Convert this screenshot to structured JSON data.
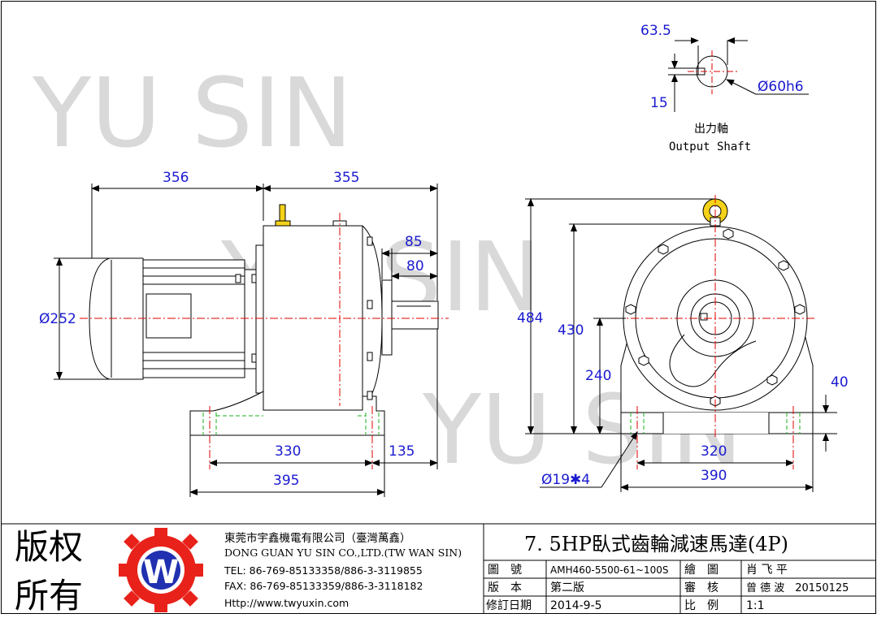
{
  "watermark": "YU SIN",
  "drawing": {
    "shaft_view": {
      "dims": {
        "key_width": "63.5",
        "key_depth": "15",
        "diameter": "Ø60h6"
      },
      "label_cn": "出力軸",
      "label_en": "Output Shaft"
    },
    "side_view": {
      "dims": {
        "motor_length": "356",
        "gearbox_length": "355",
        "motor_diameter": "Ø252",
        "shaft_length_85": "85",
        "shaft_length_80": "80",
        "base_hole_spacing": "330",
        "base_to_shaft": "135",
        "base_length": "395"
      }
    },
    "front_view": {
      "dims": {
        "total_height": "484",
        "lift_height": "430",
        "shaft_height": "240",
        "base_thickness": "40",
        "hole_spacing": "320",
        "base_width": "390",
        "holes": "Ø19✱4"
      }
    }
  },
  "title_block": {
    "copyright_line1": "版权",
    "copyright_line2": "所有",
    "logo_letter": "W",
    "company_cn": "東莞市宇鑫機電有限公司（臺灣萬鑫）",
    "company_en": "DONG GUAN YU SIN CO.,LTD.(TW WAN SIN)",
    "tel": "TEL: 86-769-85133358/886-3-3119855",
    "fax": "FAX: 86-769-85133359/886-3-3118182",
    "web": "Http://www.twyuxin.com",
    "product_title": "7. 5HP臥式齒輪減速馬達(4P)",
    "rows": [
      {
        "label": "圖　號",
        "value": "AMH460-5500-61~100S",
        "label2": "繪　圖",
        "value2": "肖 飞 平"
      },
      {
        "label": "版　本",
        "value": "第二版",
        "label2": "審　核",
        "value2": "曾 德 波　20150125"
      },
      {
        "label": "修訂日期",
        "value": "2014-9-5",
        "label2": "比　例",
        "value2": "1:1"
      }
    ]
  },
  "colors": {
    "dimension": "#1a1ad0",
    "outline": "#000000",
    "centerline": "#e00000",
    "hidden": "#19b019",
    "watermark": "#d9d9d9",
    "logo_red": "#e8221a",
    "logo_blue": "#2030b0"
  }
}
